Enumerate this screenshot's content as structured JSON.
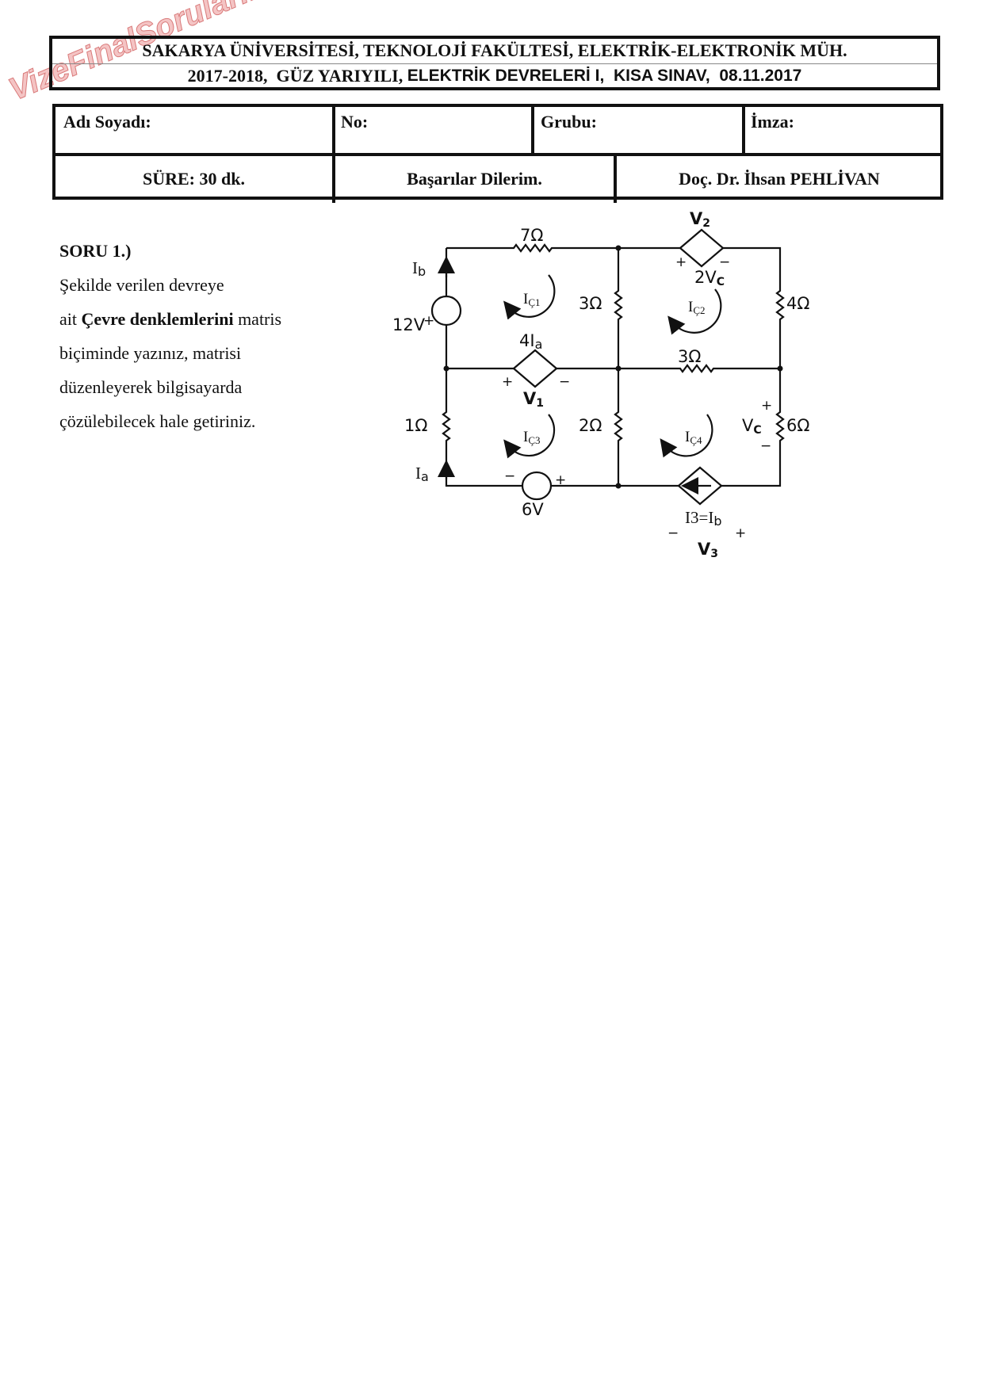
{
  "header": {
    "line1": "SAKARYA ÜNİVERSİTESİ, TEKNOLOJİ FAKÜLTESİ, ELEKTRİK-ELEKTRONİK MÜH.",
    "line2_serif": "2017-2018,  GÜZ YARIYILI, ",
    "line2_bold": "ELEKTRİK DEVRELERİ I,  KISA SINAV,  08.11.2017"
  },
  "info": {
    "name_label": "Adı Soyadı:",
    "no_label": "No:",
    "group_label": "Grubu:",
    "signature_label": "İmza:",
    "duration": "SÜRE:  30 dk.",
    "wish": "Başarılar Dilerim.",
    "instructor": "Doç. Dr. İhsan PEHLİVAN"
  },
  "question": {
    "title": "SORU 1.)",
    "line1": "Şekilde verilen devreye",
    "line2_pre": "ait ",
    "line2_bold": "Çevre denklemlerini",
    "line2_post": " matris",
    "line3": "biçiminde yazınız, matrisi",
    "line4": "düzenleyerek bilgisayarda",
    "line5": "çözülebilecek hale getiriniz."
  },
  "watermark": "VizeFinalSorulari.com",
  "circuit": {
    "r_top": "7Ω",
    "r_mid_top": "3Ω",
    "r_right_top": "4Ω",
    "r_mid_h": "3Ω",
    "r_left_bottom": "1Ω",
    "r_mid_bottom": "2Ω",
    "r_right_bottom": "6Ω",
    "source_12": "12V",
    "source_6": "6V",
    "ib": "I",
    "ib_sub": "b",
    "ia": "I",
    "ia_sub": "a",
    "dep1": "4I",
    "dep1_sub": "a",
    "v1": "V",
    "v1_sub": "1",
    "v2": "V",
    "v2_sub": "2",
    "dep2": "2V",
    "dep2_sub": "C",
    "vc": "V",
    "vc_sub": "C",
    "dep3": "I3=I",
    "dep3_sub": "b",
    "v3": "V",
    "v3_sub": "3",
    "mesh1": "I",
    "mesh1_sub": "Ç1",
    "mesh2": "I",
    "mesh2_sub": "Ç2",
    "mesh3": "I",
    "mesh3_sub": "Ç3",
    "mesh4": "I",
    "mesh4_sub": "Ç4",
    "plus": "+",
    "minus": "−"
  }
}
